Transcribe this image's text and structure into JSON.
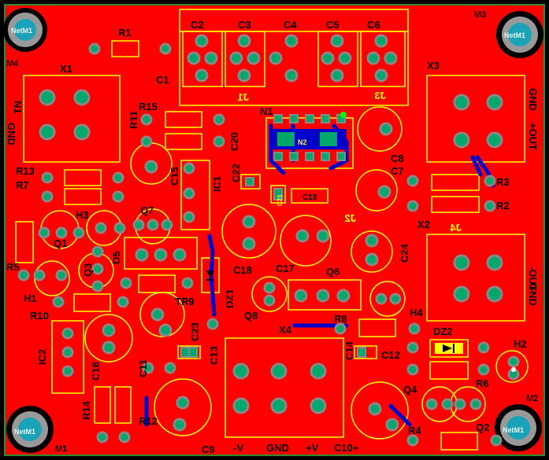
{
  "colors": {
    "board_bg": "#000000",
    "copper": "#ff0000",
    "silkscreen": "#ffff00",
    "pad": "#00a86b",
    "pad_ring": "#888888",
    "via": "#0000cc",
    "board_edge": "#33aa33"
  },
  "mounting_holes": [
    {
      "id": "M1-tl",
      "label": "NetM1"
    },
    {
      "id": "M1-tr",
      "label": "NetM1",
      "ref": "M3"
    },
    {
      "id": "M1-bl",
      "label": "NetM1",
      "ref": "M1"
    },
    {
      "id": "M1-br",
      "label": "NetM1",
      "ref": "M2"
    }
  ],
  "corner_refs": {
    "tl": "M4",
    "tr": "M3",
    "bl": "M1",
    "br": "M2"
  },
  "labels": {
    "R1": "R1",
    "X1": "X1",
    "N1_left": "N1",
    "GND_left": "GND",
    "C2": "C2",
    "C3": "C3",
    "C4": "C4",
    "C5": "C5",
    "C6": "C6",
    "C1": "C1",
    "J1": "J1",
    "J3": "J3",
    "X3": "X3",
    "GND_right": "GND",
    "OUT_plus": "+OUT",
    "R15": "R15",
    "R11": "R11",
    "C20": "C20",
    "N1_mid": "N1",
    "C8": "C8",
    "C7": "C7",
    "R13": "R13",
    "R7": "R7",
    "H3": "H3",
    "Q7": "Q7",
    "C15": "C15",
    "IC1": "IC1",
    "C22": "C22",
    "C21": "C21",
    "C19": "C19",
    "J2": "J2",
    "R3": "R3",
    "R2": "R2",
    "X2": "X2",
    "J4": "J4",
    "Q1": "Q1",
    "D5": "D5",
    "Q3": "Q3",
    "R5": "R5",
    "H1": "H1",
    "C18": "C18",
    "C17": "C17",
    "C24": "C24",
    "Q6": "Q6",
    "DZ1": "DZ1",
    "TR9": "TR9",
    "R10": "R10",
    "Q8": "Q8",
    "C23": "C23",
    "X4": "X4",
    "R8": "R8",
    "H4": "H4",
    "GND_out": "GND",
    "OUT_minus": "-OUT",
    "IC2": "IC2",
    "C16": "C16",
    "C11": "C11",
    "C13": "C13",
    "C14": "C14",
    "C12": "C12",
    "DZ2": "DZ2",
    "H2": "H2",
    "R6": "R6",
    "Q4": "Q4",
    "R14": "R14",
    "R12": "R12",
    "C9": "C9",
    "neg_V": "-V",
    "GND_bottom": "GND",
    "pos_V": "+V",
    "C10": "C10+",
    "R4": "R4",
    "Q2": "Q2",
    "N2": "N2"
  }
}
